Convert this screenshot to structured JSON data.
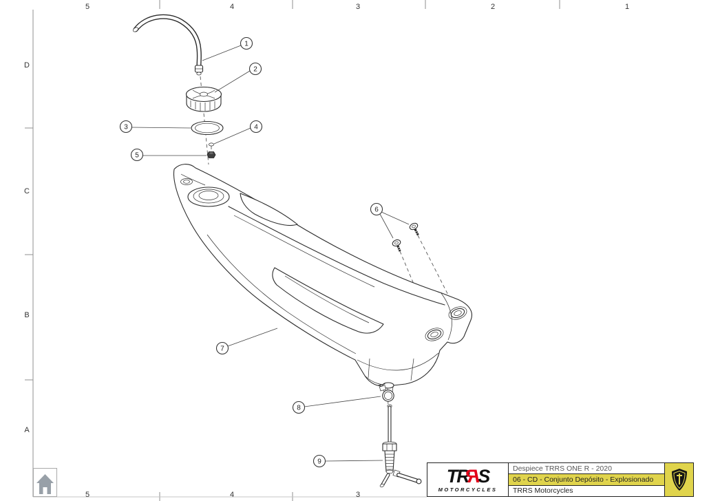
{
  "grid": {
    "top": [
      "5",
      "4",
      "3",
      "2",
      "1"
    ],
    "bottom": [
      "5",
      "4",
      "3"
    ],
    "left": [
      "D",
      "C",
      "B",
      "A"
    ]
  },
  "callouts": [
    "1",
    "2",
    "3",
    "4",
    "5",
    "6",
    "7",
    "8",
    "9"
  ],
  "title_block": {
    "logo": {
      "t1": "TR",
      "t2": "R",
      "t3": "S",
      "sub": "MOTORCYCLES"
    },
    "rows": [
      "Despiece TRRS ONE R - 2020",
      "06 - CD - Conjunto Depósito - Explosionado",
      "TRRS Motorcycles"
    ],
    "highlight_row_index": 1,
    "colors": {
      "highlight": "#e0d44c",
      "logo_red": "#e2001a",
      "emblem_bg": "#e0d44c",
      "line": "#2b2b2b"
    }
  }
}
